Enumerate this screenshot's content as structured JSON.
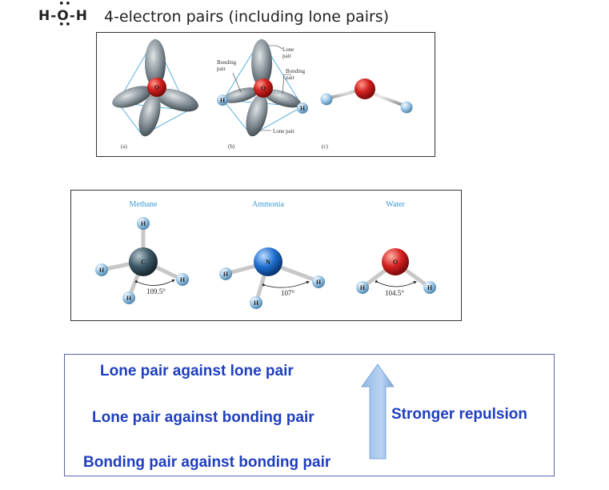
{
  "formula": {
    "h1": "H-",
    "o": "O",
    "h2": "-H",
    "dots": "••"
  },
  "heading": "4-electron pairs (including lone pairs)",
  "panel1": {
    "labels": {
      "lone_pair_top": "Lone",
      "lone_pair_top2": "pair",
      "bonding_pair_left": "Bonding",
      "bonding_pair_left2": "pair",
      "bonding_pair_right": "Bonding",
      "bonding_pair_right2": "pair",
      "lone_pair_bottom": "Lone pair",
      "o": "O",
      "h": "H",
      "caption_a": "(a)",
      "caption_b": "(b)",
      "caption_c": "(c)"
    }
  },
  "panel2": {
    "molecules": [
      {
        "name": "Methane",
        "center": "C",
        "angle": "109.5°"
      },
      {
        "name": "Ammonia",
        "center": "N",
        "angle": "107°"
      },
      {
        "name": "Water",
        "center": "O",
        "angle": "104.5°"
      }
    ],
    "h_label": "H"
  },
  "panel3": {
    "lines": [
      "Lone pair against lone pair",
      "Lone pair against bonding pair",
      "Bonding pair against bonding pair"
    ],
    "arrow_label": "Stronger repulsion"
  },
  "colors": {
    "text_blue": "#1f3fbf",
    "oxygen": "#d42020",
    "hydrogen": "#9dc7e6",
    "carbon": "#3c5866",
    "nitrogen": "#1f6fd0",
    "lobe": "#7e8a91",
    "arrow": "#8fb8e8"
  }
}
